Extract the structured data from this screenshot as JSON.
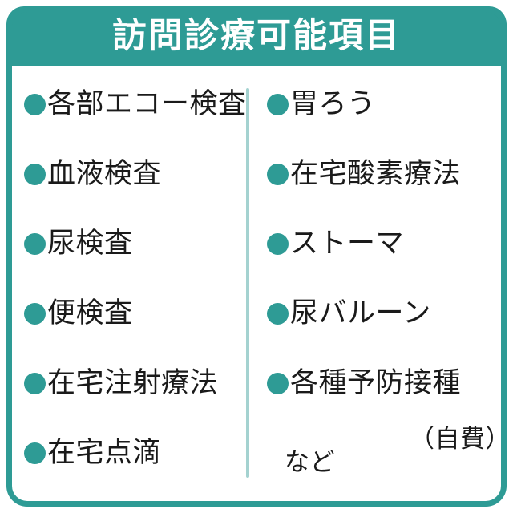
{
  "header": {
    "title": "訪問診療可能項目"
  },
  "colors": {
    "teal": "#2E9B95",
    "divider": "#A4D2D0",
    "text": "#1a1a1a",
    "header_text": "#ffffff",
    "background": "#ffffff"
  },
  "columns": {
    "left": [
      {
        "label": "各部エコー検査"
      },
      {
        "label": "血液検査"
      },
      {
        "label": "尿検査"
      },
      {
        "label": "便検査"
      },
      {
        "label": "在宅注射療法"
      },
      {
        "label": "在宅点滴"
      }
    ],
    "right": [
      {
        "label": "胃ろう"
      },
      {
        "label": "在宅酸素療法"
      },
      {
        "label": "ストーマ"
      },
      {
        "label": "尿バルーン"
      },
      {
        "label": "各種予防接種"
      }
    ]
  },
  "notes": {
    "etc": "など",
    "fee": "（自費）"
  }
}
